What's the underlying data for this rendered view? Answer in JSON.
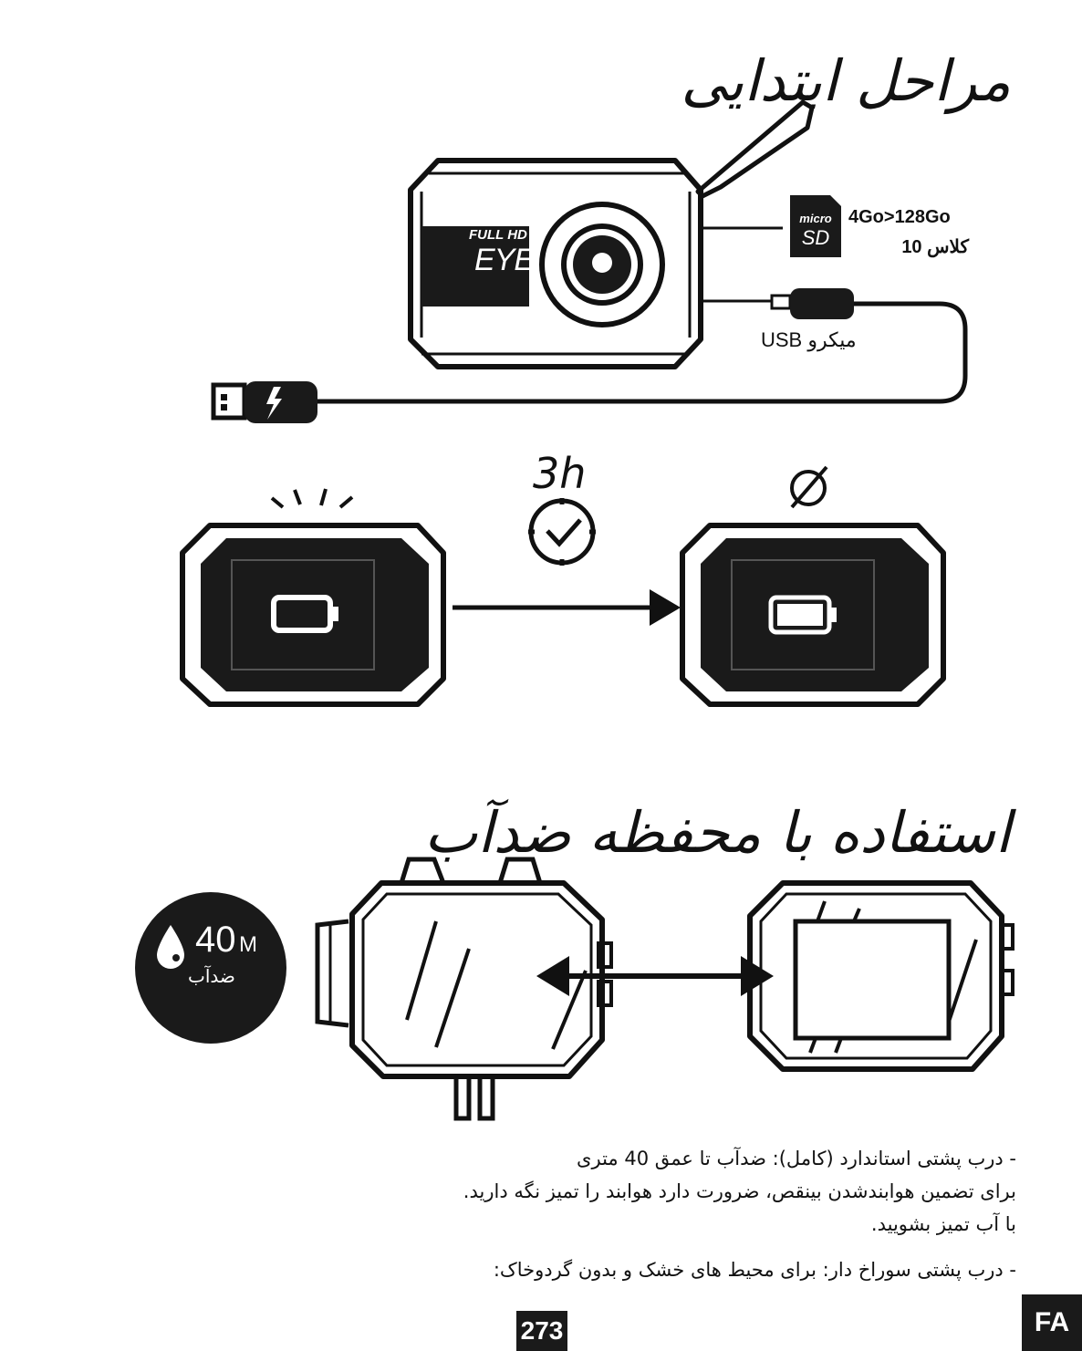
{
  "section1": {
    "title": "مراحل ابتدایی",
    "sd_logo_top": "micro",
    "sd_logo_bottom": "SD",
    "sd_capacity": "4Go>128Go",
    "sd_class": "کلاس 10",
    "usb_label": "میکرو USB",
    "camera_brand_top": "FULL HD",
    "camera_brand_main": "EYE",
    "charge_time": "3h"
  },
  "section2": {
    "title": "استفاده با محفظه ضدآب",
    "depth_value": "40",
    "depth_unit": "M",
    "depth_label": "ضدآب"
  },
  "notes": [
    "-  درب پشتی استاندارد (کامل): ضدآب تا عمق 40 متری",
    "برای تضمین هوابندشدن بینقص، ضرورت دارد هوابند را تمیز نگه دارید.",
    "با آب تمیز بشویید.",
    "-  درب پشتی سوراخ دار: برای محیط های خشک و بدون گردوخاک:"
  ],
  "footer": {
    "page_number": "273",
    "language": "FA"
  }
}
